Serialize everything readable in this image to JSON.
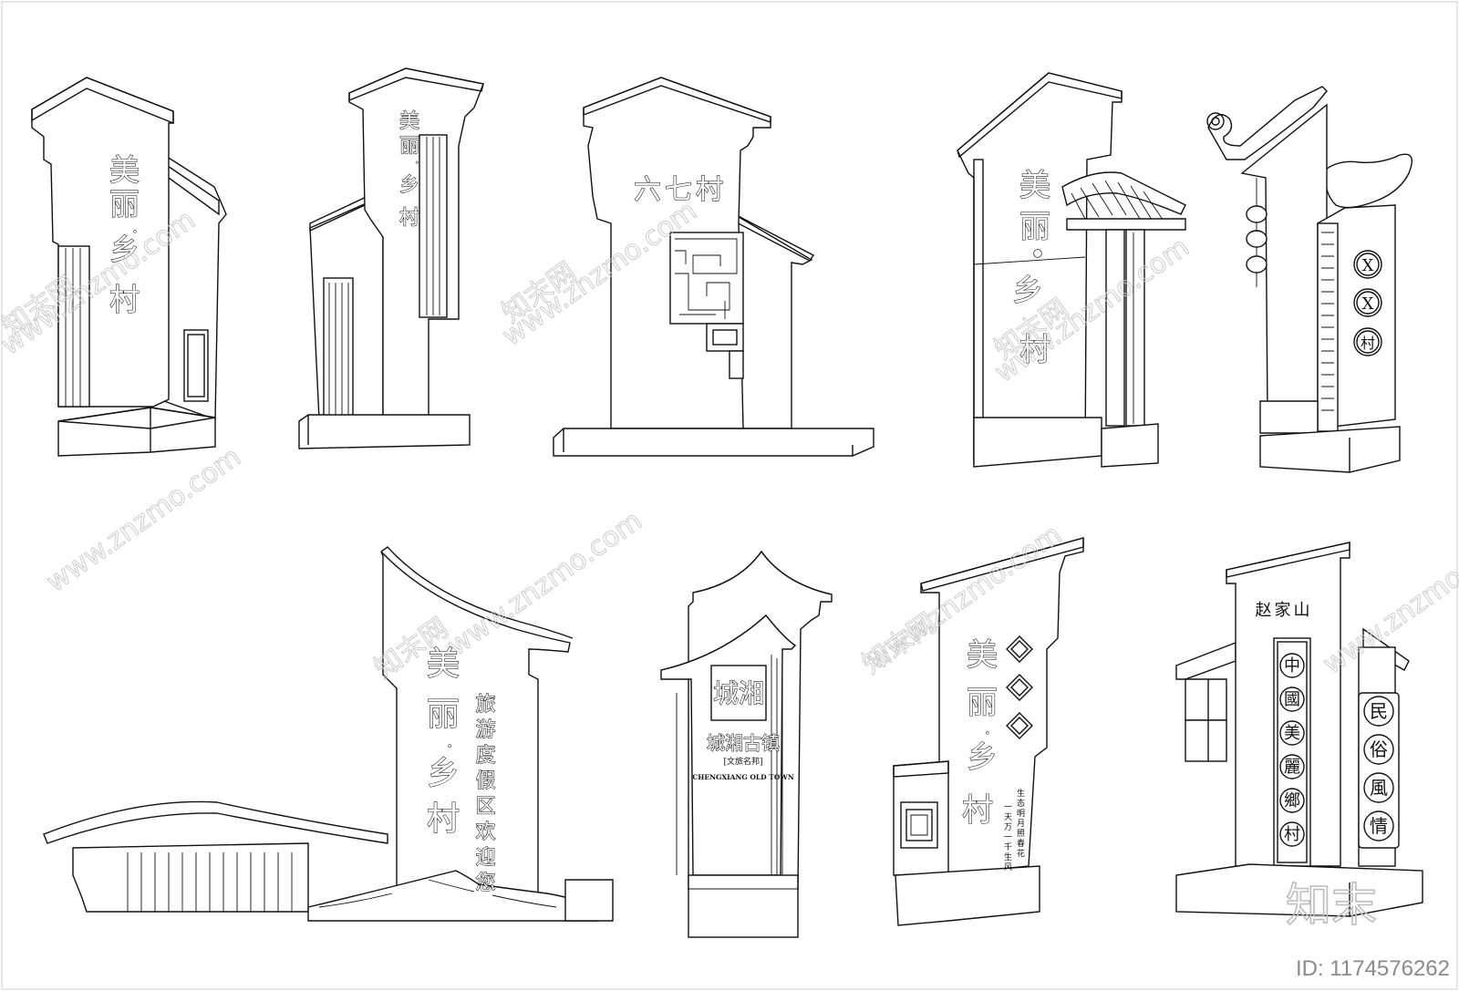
{
  "signs": [
    {
      "id": "s1",
      "text": [
        "美",
        "丽",
        "·",
        "乡",
        "村"
      ]
    },
    {
      "id": "s2",
      "text": [
        "美",
        "丽",
        "·",
        "乡",
        "村"
      ]
    },
    {
      "id": "s3",
      "text": "六七村"
    },
    {
      "id": "s4",
      "text": [
        "美",
        "丽",
        "乡",
        "村"
      ]
    },
    {
      "id": "s5",
      "medallions": [
        "X",
        "X",
        "村"
      ]
    },
    {
      "id": "s6",
      "text": [
        "美",
        "丽",
        "·",
        "乡",
        "村"
      ],
      "subtext": "旅游度假区欢迎您"
    },
    {
      "id": "s7",
      "seal": "城湘",
      "title": "城湘古镇",
      "tagline": "[文旅名邦]",
      "english": "CHENGXIANG OLD TOWN"
    },
    {
      "id": "s8",
      "text": [
        "美",
        "丽",
        "·",
        "乡",
        "村"
      ],
      "poem_lines": [
        "生态明月照春花",
        "一天万一千生风"
      ]
    },
    {
      "id": "s9",
      "top": "赵家山",
      "column": [
        "中",
        "國",
        "美",
        "麗",
        "鄉",
        "村"
      ],
      "side": [
        "民",
        "俗",
        "風",
        "情"
      ]
    }
  ],
  "watermarks": {
    "site": "www.znzmo.com",
    "brand": "知末网",
    "logo": "知末"
  },
  "image_id": "ID: 1174576262"
}
